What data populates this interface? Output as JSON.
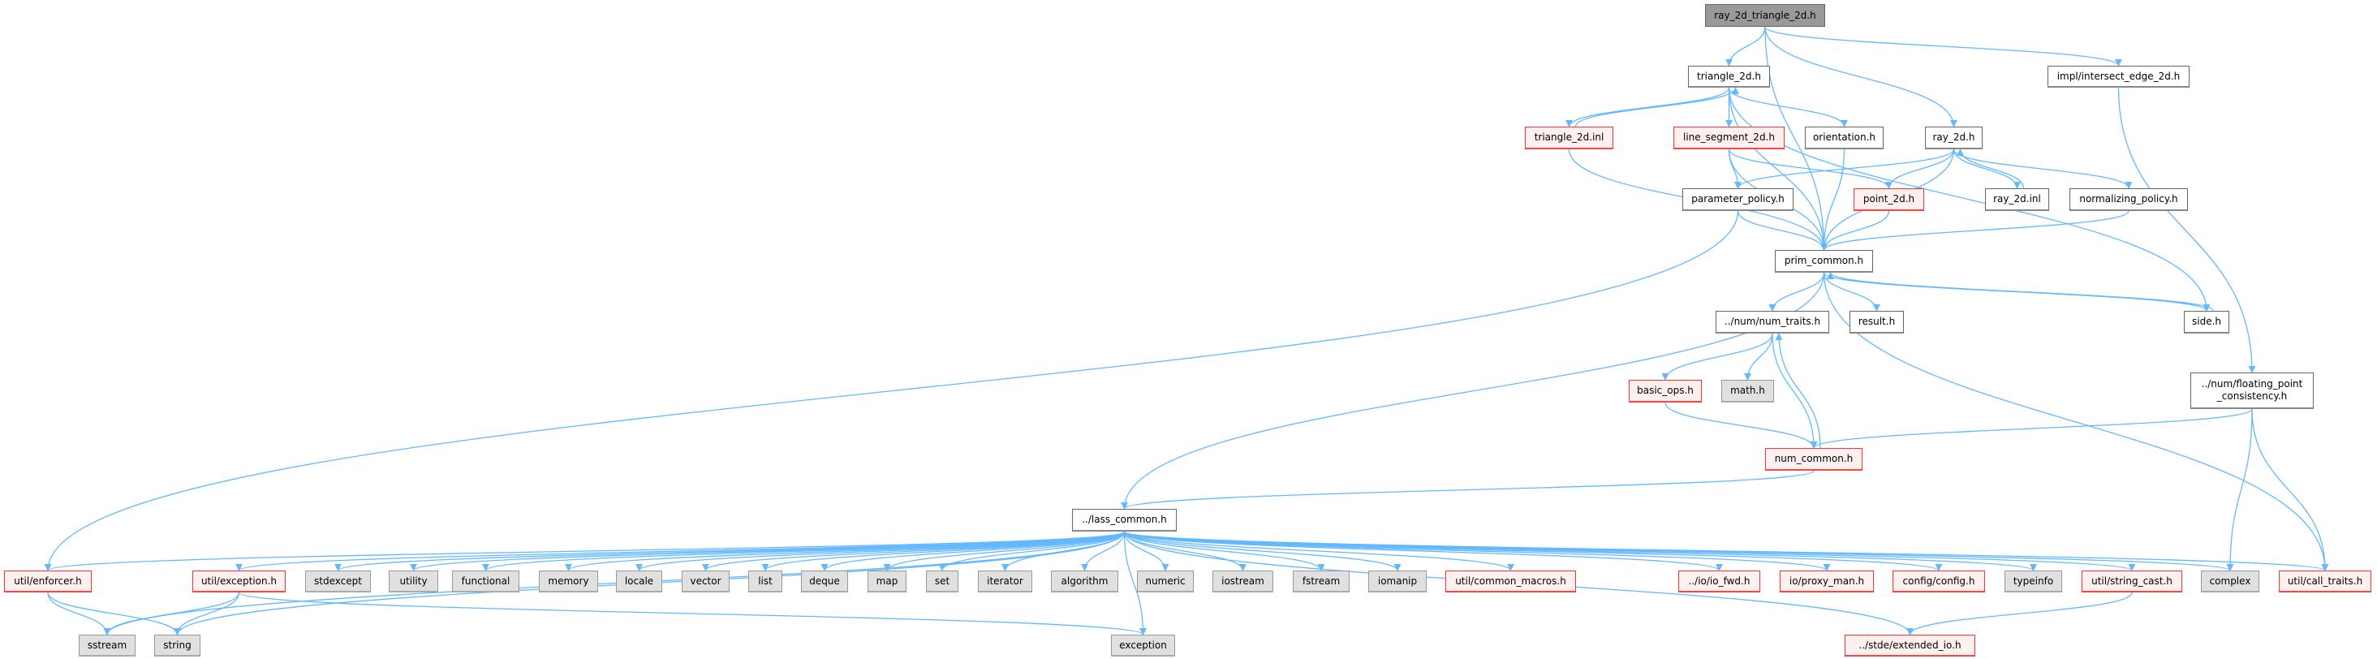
{
  "graph_title": "ray_2d_triangle_2d.h",
  "colors": {
    "edge": "#63b8ff",
    "root_fill": "#999999",
    "red_border": "#ff3333",
    "system_fill": "#e0e0e0"
  },
  "nodes": {
    "root": {
      "label": "ray_2d_triangle_2d.h",
      "kind": "root"
    },
    "triangle_2d": {
      "label": "triangle_2d.h",
      "kind": "normal"
    },
    "intersect": {
      "label": "impl/intersect_edge_2d.h",
      "kind": "normal"
    },
    "tri_inl": {
      "label": "triangle_2d.inl",
      "kind": "red"
    },
    "line_seg": {
      "label": "line_segment_2d.h",
      "kind": "red"
    },
    "orientation": {
      "label": "orientation.h",
      "kind": "normal"
    },
    "ray_2d": {
      "label": "ray_2d.h",
      "kind": "normal"
    },
    "param": {
      "label": "parameter_policy.h",
      "kind": "normal"
    },
    "point": {
      "label": "point_2d.h",
      "kind": "red"
    },
    "ray_inl": {
      "label": "ray_2d.inl",
      "kind": "normal"
    },
    "normalizing": {
      "label": "normalizing_policy.h",
      "kind": "normal"
    },
    "prim": {
      "label": "prim_common.h",
      "kind": "normal"
    },
    "num_traits": {
      "label": "../num/num_traits.h",
      "kind": "normal"
    },
    "result": {
      "label": "result.h",
      "kind": "normal"
    },
    "side": {
      "label": "side.h",
      "kind": "normal"
    },
    "basic_ops": {
      "label": "basic_ops.h",
      "kind": "red"
    },
    "math": {
      "label": "math.h",
      "kind": "system"
    },
    "floating": {
      "label": "../num/floating_point\n_consistency.h",
      "kind": "normal"
    },
    "num_common": {
      "label": "num_common.h",
      "kind": "red"
    },
    "lass": {
      "label": "../lass_common.h",
      "kind": "normal"
    },
    "enforcer": {
      "label": "util/enforcer.h",
      "kind": "red"
    },
    "exception_h": {
      "label": "util/exception.h",
      "kind": "red"
    },
    "stdexcept": {
      "label": "stdexcept",
      "kind": "system"
    },
    "utility": {
      "label": "utility",
      "kind": "system"
    },
    "functional": {
      "label": "functional",
      "kind": "system"
    },
    "memory": {
      "label": "memory",
      "kind": "system"
    },
    "locale": {
      "label": "locale",
      "kind": "system"
    },
    "vector": {
      "label": "vector",
      "kind": "system"
    },
    "list": {
      "label": "list",
      "kind": "system"
    },
    "deque": {
      "label": "deque",
      "kind": "system"
    },
    "map": {
      "label": "map",
      "kind": "system"
    },
    "set": {
      "label": "set",
      "kind": "system"
    },
    "iterator": {
      "label": "iterator",
      "kind": "system"
    },
    "algorithm": {
      "label": "algorithm",
      "kind": "system"
    },
    "numeric": {
      "label": "numeric",
      "kind": "system"
    },
    "iostream": {
      "label": "iostream",
      "kind": "system"
    },
    "fstream": {
      "label": "fstream",
      "kind": "system"
    },
    "iomanip": {
      "label": "iomanip",
      "kind": "system"
    },
    "common_macros": {
      "label": "util/common_macros.h",
      "kind": "red"
    },
    "io_fwd": {
      "label": "../io/io_fwd.h",
      "kind": "red"
    },
    "proxy_man": {
      "label": "io/proxy_man.h",
      "kind": "red"
    },
    "config": {
      "label": "config/config.h",
      "kind": "red"
    },
    "typeinfo": {
      "label": "typeinfo",
      "kind": "system"
    },
    "string_cast": {
      "label": "util/string_cast.h",
      "kind": "red"
    },
    "complex": {
      "label": "complex",
      "kind": "system"
    },
    "call_traits": {
      "label": "util/call_traits.h",
      "kind": "red"
    },
    "sstream": {
      "label": "sstream",
      "kind": "system"
    },
    "string": {
      "label": "string",
      "kind": "system"
    },
    "exception": {
      "label": "exception",
      "kind": "system"
    },
    "extended_io": {
      "label": "../stde/extended_io.h",
      "kind": "red"
    }
  },
  "edges": [
    [
      "root",
      "triangle_2d"
    ],
    [
      "root",
      "ray_2d"
    ],
    [
      "root",
      "intersect"
    ],
    [
      "root",
      "prim"
    ],
    [
      "triangle_2d",
      "tri_inl"
    ],
    [
      "triangle_2d",
      "line_seg"
    ],
    [
      "triangle_2d",
      "orientation"
    ],
    [
      "triangle_2d",
      "side"
    ],
    [
      "triangle_2d",
      "prim"
    ],
    [
      "tri_inl",
      "triangle_2d"
    ],
    [
      "tri_inl",
      "prim"
    ],
    [
      "line_seg",
      "param"
    ],
    [
      "line_seg",
      "point"
    ],
    [
      "line_seg",
      "prim"
    ],
    [
      "orientation",
      "prim"
    ],
    [
      "ray_2d",
      "param"
    ],
    [
      "ray_2d",
      "point"
    ],
    [
      "ray_2d",
      "ray_inl"
    ],
    [
      "ray_2d",
      "normalizing"
    ],
    [
      "ray_2d",
      "prim"
    ],
    [
      "ray_inl",
      "ray_2d"
    ],
    [
      "param",
      "prim"
    ],
    [
      "param",
      "enforcer"
    ],
    [
      "point",
      "prim"
    ],
    [
      "normalizing",
      "prim"
    ],
    [
      "prim",
      "num_traits"
    ],
    [
      "prim",
      "result"
    ],
    [
      "prim",
      "side"
    ],
    [
      "prim",
      "lass"
    ],
    [
      "prim",
      "call_traits"
    ],
    [
      "side",
      "prim"
    ],
    [
      "intersect",
      "floating"
    ],
    [
      "num_traits",
      "basic_ops"
    ],
    [
      "num_traits",
      "math"
    ],
    [
      "num_traits",
      "num_common"
    ],
    [
      "num_common",
      "num_traits"
    ],
    [
      "basic_ops",
      "num_common"
    ],
    [
      "floating",
      "num_common"
    ],
    [
      "floating",
      "complex"
    ],
    [
      "floating",
      "call_traits"
    ],
    [
      "num_common",
      "lass"
    ],
    [
      "lass",
      "enforcer"
    ],
    [
      "lass",
      "exception_h"
    ],
    [
      "lass",
      "stdexcept"
    ],
    [
      "lass",
      "utility"
    ],
    [
      "lass",
      "functional"
    ],
    [
      "lass",
      "memory"
    ],
    [
      "lass",
      "locale"
    ],
    [
      "lass",
      "vector"
    ],
    [
      "lass",
      "list"
    ],
    [
      "lass",
      "deque"
    ],
    [
      "lass",
      "map"
    ],
    [
      "lass",
      "set"
    ],
    [
      "lass",
      "iterator"
    ],
    [
      "lass",
      "algorithm"
    ],
    [
      "lass",
      "numeric"
    ],
    [
      "lass",
      "iostream"
    ],
    [
      "lass",
      "fstream"
    ],
    [
      "lass",
      "iomanip"
    ],
    [
      "lass",
      "common_macros"
    ],
    [
      "lass",
      "io_fwd"
    ],
    [
      "lass",
      "proxy_man"
    ],
    [
      "lass",
      "config"
    ],
    [
      "lass",
      "typeinfo"
    ],
    [
      "lass",
      "string_cast"
    ],
    [
      "lass",
      "complex"
    ],
    [
      "lass",
      "call_traits"
    ],
    [
      "lass",
      "sstream"
    ],
    [
      "lass",
      "string"
    ],
    [
      "lass",
      "exception"
    ],
    [
      "lass",
      "extended_io"
    ],
    [
      "enforcer",
      "sstream"
    ],
    [
      "enforcer",
      "string"
    ],
    [
      "exception_h",
      "sstream"
    ],
    [
      "exception_h",
      "string"
    ],
    [
      "exception_h",
      "exception"
    ],
    [
      "string_cast",
      "extended_io"
    ]
  ]
}
